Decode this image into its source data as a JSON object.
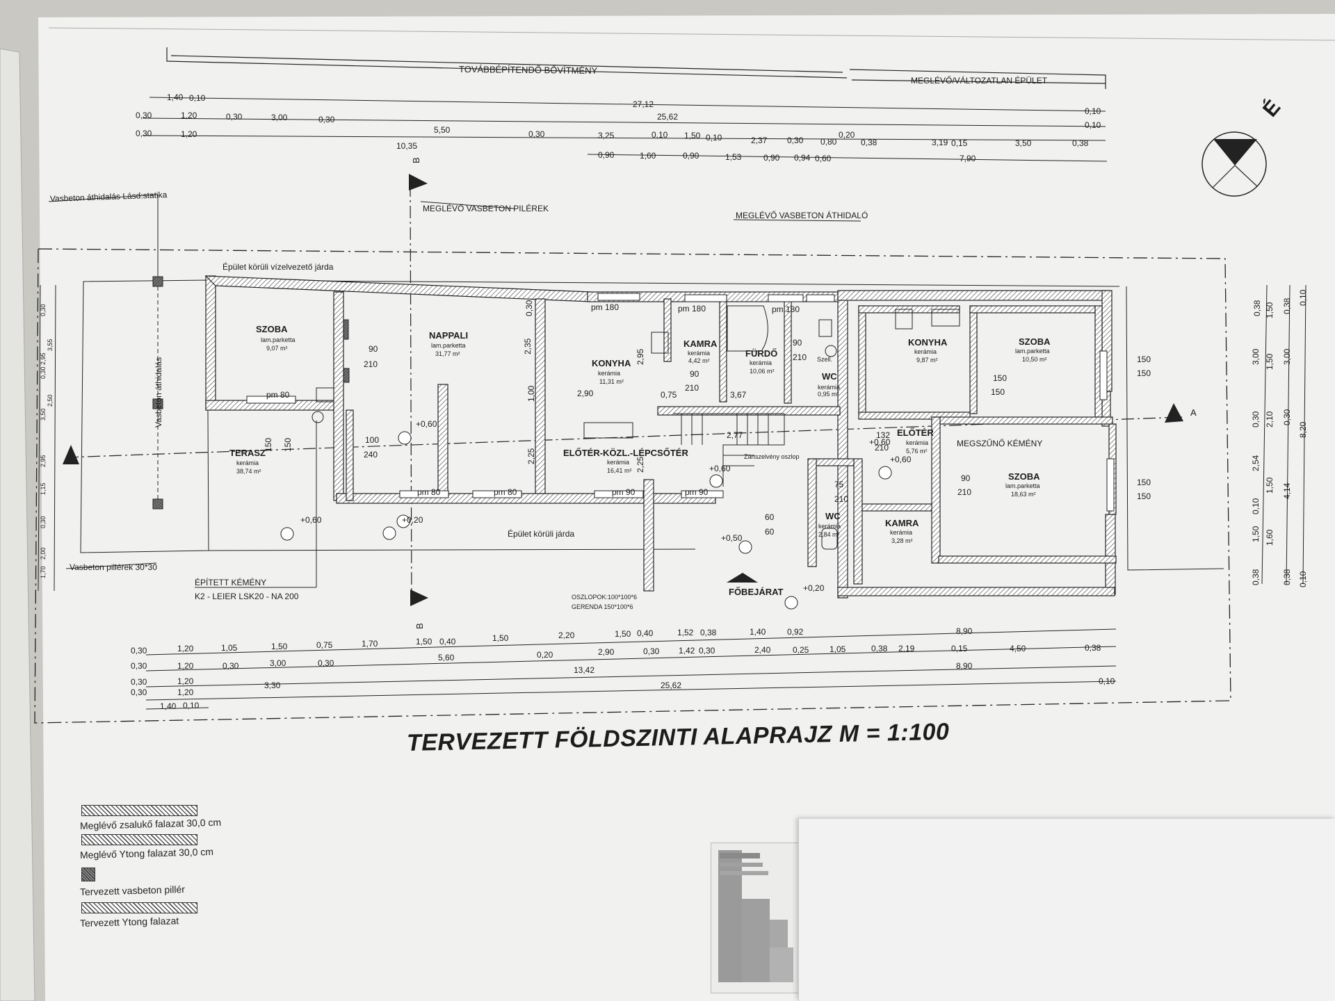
{
  "header": {
    "extension": "TOVÁBBÉPÍTENDŐ BŐVÍTMÉNY",
    "existing": "MEGLÉVŐ/VÁLTOZATLAN ÉPÜLET"
  },
  "title": "TERVEZETT FÖLDSZINTI ALAPRAJZ  M = 1:100",
  "north_label": "É",
  "section_markers": {
    "b": "B",
    "a": "A"
  },
  "callouts": {
    "statika": "Vasbeton áthidalás Lásd:statika",
    "pillerek": "MEGLÉVŐ VASBETON PILÉREK",
    "athidalo": "MEGLÉVŐ VASBETON ÁTHIDALÓ",
    "jarda": "Épület körüli vízelvezető járda",
    "athidalas_vertical": "Vasbeton áthidalás",
    "pillerek_30": "Vasbeton pillérek 30*30",
    "kemeny": "ÉPÍTETT KÉMÉNY",
    "kemeny_type": "K2 - LEIER LSK20 - NA 200",
    "oszlopok": "OSZLOPOK:100*100*6",
    "gerenda": "GERENDA 150*100*6",
    "fobejarat": "FŐBEJÁRAT",
    "jarda2": "Épület körüli járda",
    "zartszelveny": "Zártszelvény oszlop",
    "megszuno": "MEGSZŰNŐ KÉMÉNY",
    "szell": "Szell."
  },
  "rooms": [
    {
      "name": "SZOBA",
      "finish": "lam.parketta",
      "area": "9,07 m²"
    },
    {
      "name": "NAPPALI",
      "finish": "lam.parketta",
      "area": "31,77 m²"
    },
    {
      "name": "KONYHA",
      "finish": "kerámia",
      "area": "11,31 m²"
    },
    {
      "name": "KAMRA",
      "finish": "kerámia",
      "area": "4,42 m²"
    },
    {
      "name": "FÜRDŐ",
      "finish": "kerámia",
      "area": "10,06 m²"
    },
    {
      "name": "WC",
      "finish": "kerámia",
      "area": "0,95 m²"
    },
    {
      "name": "KONYHA",
      "finish": "kerámia",
      "area": "9,87 m²"
    },
    {
      "name": "SZOBA",
      "finish": "lam.parketta",
      "area": "10,50 m²"
    },
    {
      "name": "TERASZ",
      "finish": "kerámia",
      "area": "38,74 m²"
    },
    {
      "name": "ELŐTÉR-KÖZL.-LÉPCSŐTÉR",
      "finish": "kerámia",
      "area": "16,41 m²"
    },
    {
      "name": "ELŐTÉR",
      "finish": "kerámia",
      "area": "5,76 m²"
    },
    {
      "name": "SZOBA",
      "finish": "lam.parketta",
      "area": "18,63 m²"
    },
    {
      "name": "WC",
      "finish": "kerámia",
      "area": "2,84 m²"
    },
    {
      "name": "KAMRA",
      "finish": "kerámia",
      "area": "3,28 m²"
    }
  ],
  "levels": [
    "+0,60",
    "+0,60",
    "+0,20",
    "+0,60",
    "+0,50",
    "+0,20",
    "+0,60",
    "+0,60"
  ],
  "top_dims": {
    "r1": [
      "1,40",
      "0,10",
      "27,12"
    ],
    "r2": [
      "0,30",
      "1,20",
      "0,30",
      "3,00",
      "0,30",
      "25,62",
      "0,10"
    ],
    "r3": [
      "0,30",
      "1,20",
      "5,50",
      "0,30",
      "3,25",
      "0,10",
      "1,50",
      "0,10",
      "2,37",
      "0,30",
      "0,80",
      "0,20",
      "0,38",
      "3,19",
      "0,15",
      "3,50",
      "0,38",
      "0,10"
    ],
    "r4": [
      "10,35",
      "0,90",
      "1,60",
      "0,90",
      "1,53",
      "0,90",
      "0,94",
      "0,60",
      "7,90"
    ]
  },
  "bottom_dims": {
    "r1": [
      "0,30",
      "1,20",
      "1,05",
      "1,50",
      "0,75",
      "1,70",
      "1,50",
      "0,40",
      "1,50",
      "2,20",
      "1,50",
      "0,40",
      "1,52",
      "0,38",
      "1,40",
      "0,92",
      "8,90"
    ],
    "r2": [
      "0,30",
      "1,20",
      "0,30",
      "3,00",
      "0,30",
      "5,60",
      "0,20",
      "2,90",
      "0,30",
      "1,42",
      "0,30",
      "2,40",
      "0,25",
      "1,05",
      "0,38",
      "2,19",
      "0,15",
      "4,50",
      "0,38"
    ],
    "r3": [
      "0,30",
      "1,20",
      "13,42",
      "8,90"
    ],
    "r4": [
      "0,30",
      "1,20",
      "3,30",
      "25,62",
      "0,10"
    ],
    "r5": [
      "1,40",
      "0,10"
    ]
  },
  "right_dims": [
    "0,38",
    "1,50",
    "0,38",
    "3,00",
    "1,50",
    "3,00",
    "0,30",
    "2,10",
    "0,30",
    "2,54",
    "1,50",
    "4,14",
    "8,20",
    "0,10",
    "1,50",
    "1,60",
    "0,38",
    "0,38",
    "0,10",
    "0,10"
  ],
  "left_dims": [
    "0,30",
    "3,55",
    "2,95",
    "0,30",
    "2,50",
    "3,50",
    "2,95",
    "1,15",
    "0,30",
    "2,00",
    "1,70"
  ],
  "openings": [
    "90",
    "210",
    "pm 80",
    "100",
    "240",
    "150",
    "150",
    "pm 180",
    "pm 180",
    "pm 180",
    "90",
    "210",
    "90",
    "210",
    "150",
    "150",
    "pm 80",
    "pm 80",
    "pm 90",
    "pm 90",
    "75",
    "210",
    "60",
    "60",
    "132",
    "210",
    "90",
    "210",
    "150",
    "150",
    "150",
    "150",
    "0,75",
    "2,90",
    "2,77",
    "3,67",
    "2,35",
    "1,00",
    "2,25",
    "2,95",
    "2,25",
    "0,30"
  ],
  "legend": [
    "Meglévő zsalukő falazat 30,0 cm",
    "Meglévő Ytong falazat 30,0 cm",
    "Tervezett vasbeton pillér",
    "Tervezett Ytong falazat"
  ]
}
